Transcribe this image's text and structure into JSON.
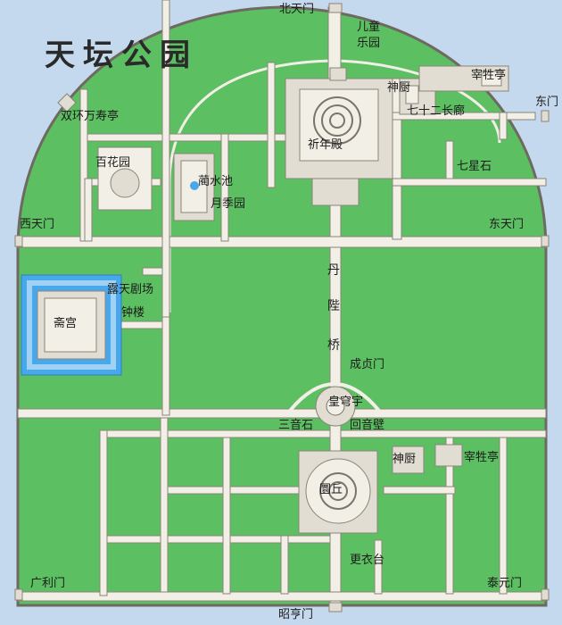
{
  "title": "天坛公园",
  "colors": {
    "park": "#5cbf61",
    "path": "#f2efe6",
    "building": "#e2ddd3",
    "water": "#49a8ec",
    "border": "#6e6a62"
  },
  "gates": {
    "north": "北天门",
    "west": "西天门",
    "east": "东天门",
    "east_upper": "东门",
    "guangli": "广利门",
    "zhaoheng": "昭亨门",
    "taiyuan": "泰元门"
  },
  "sites": {
    "children_park_1": "儿童",
    "children_park_2": "乐园",
    "shengongtai": "神厨",
    "zaishengting_north": "宰牲亭",
    "changlang": "七十二长廊",
    "qiniandian": "祈年殿",
    "qixingshi": "七星石",
    "shuangwanshouting": "双环万寿亭",
    "baihuayuan": "百花园",
    "lanshuichi": "蔺水池",
    "yuejiyuan": "月季园",
    "open_theater": "露天剧场",
    "zhonglou": "钟楼",
    "zhaigong": "斋宫",
    "danbiqiao": [
      "丹",
      "陛",
      "桥"
    ],
    "chengzhenmen": "成贞门",
    "huangqiongyu": "皇穹宇",
    "sanyinshi": "三音石",
    "huiyinbi": "回音壁",
    "shenchu_south": "神厨",
    "zaishengting_south": "宰牲亭",
    "yuanqiu": "圜丘",
    "gengyitai": "更衣台"
  }
}
